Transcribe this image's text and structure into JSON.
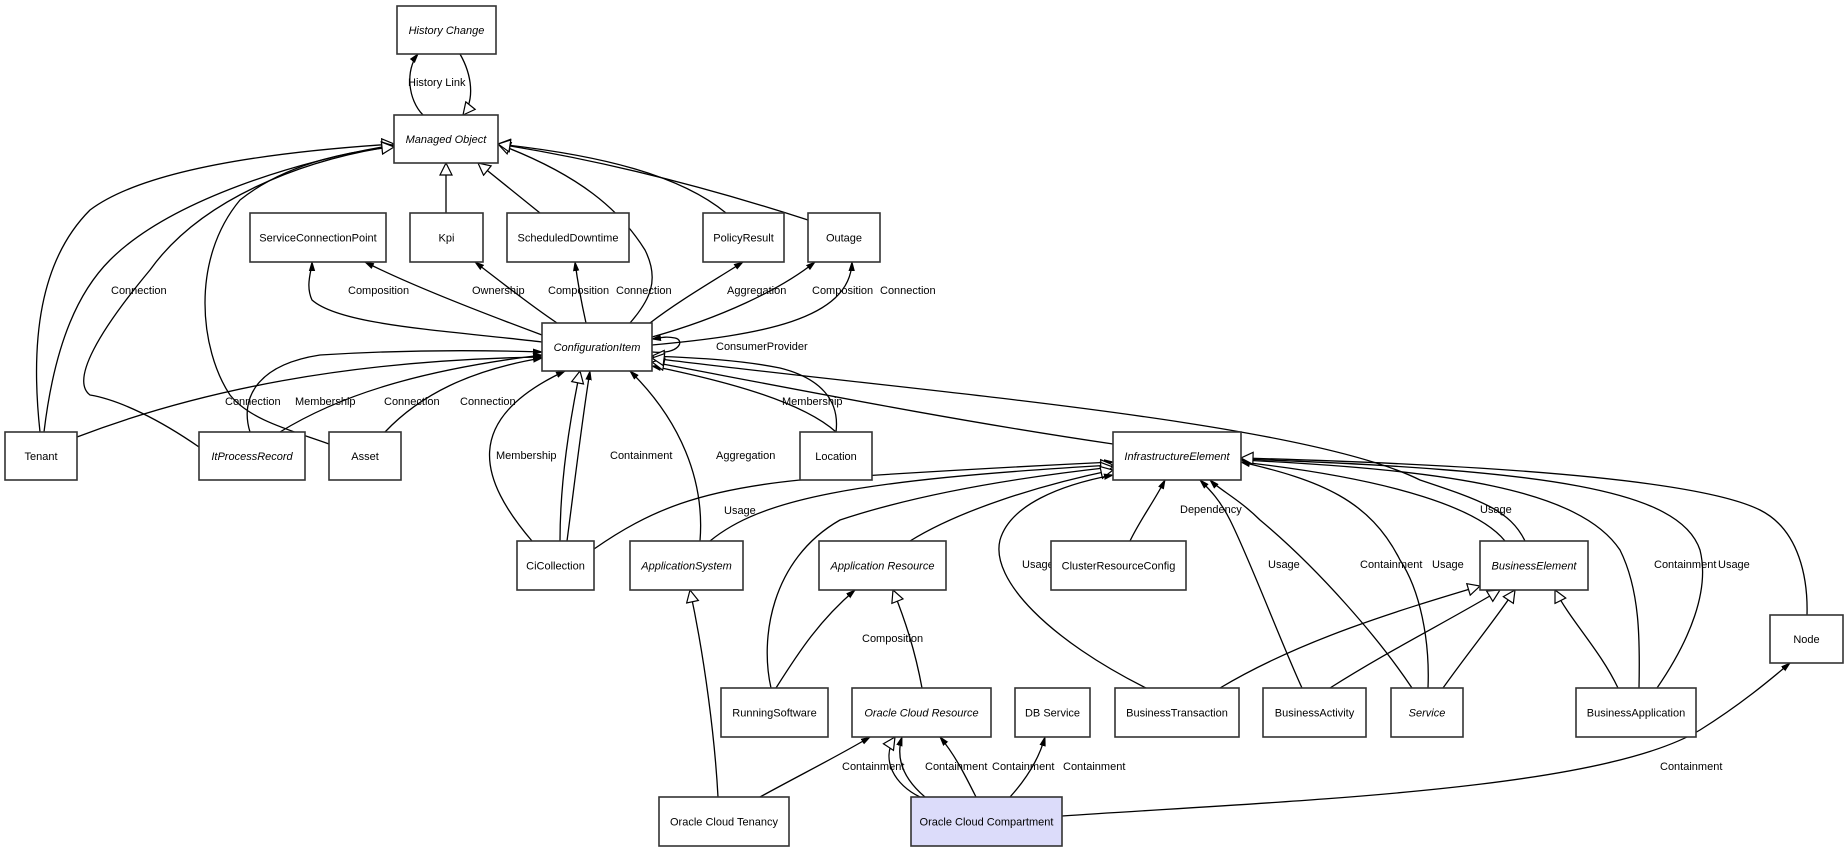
{
  "diagram": {
    "nodes": [
      {
        "id": "history_change",
        "label": "History Change",
        "abstract": true
      },
      {
        "id": "managed_object",
        "label": "Managed Object",
        "abstract": true
      },
      {
        "id": "service_connection_point",
        "label": "ServiceConnectionPoint",
        "abstract": false
      },
      {
        "id": "kpi",
        "label": "Kpi",
        "abstract": false
      },
      {
        "id": "scheduled_downtime",
        "label": "ScheduledDowntime",
        "abstract": false
      },
      {
        "id": "policy_result",
        "label": "PolicyResult",
        "abstract": false
      },
      {
        "id": "outage",
        "label": "Outage",
        "abstract": false
      },
      {
        "id": "configuration_item",
        "label": "ConfigurationItem",
        "abstract": true
      },
      {
        "id": "tenant",
        "label": "Tenant",
        "abstract": false
      },
      {
        "id": "it_process_record",
        "label": "ItProcessRecord",
        "abstract": true
      },
      {
        "id": "asset",
        "label": "Asset",
        "abstract": false
      },
      {
        "id": "location",
        "label": "Location",
        "abstract": false
      },
      {
        "id": "infrastructure_element",
        "label": "InfrastructureElement",
        "abstract": true
      },
      {
        "id": "ci_collection",
        "label": "CiCollection",
        "abstract": false
      },
      {
        "id": "application_system",
        "label": "ApplicationSystem",
        "abstract": true
      },
      {
        "id": "application_resource",
        "label": "Application Resource",
        "abstract": true
      },
      {
        "id": "cluster_resource_config",
        "label": "ClusterResourceConfig",
        "abstract": false
      },
      {
        "id": "business_element",
        "label": "BusinessElement",
        "abstract": true
      },
      {
        "id": "node",
        "label": "Node",
        "abstract": false
      },
      {
        "id": "running_software",
        "label": "RunningSoftware",
        "abstract": false
      },
      {
        "id": "oracle_cloud_resource",
        "label": "Oracle Cloud Resource",
        "abstract": true
      },
      {
        "id": "db_service",
        "label": "DB Service",
        "abstract": false
      },
      {
        "id": "business_transaction",
        "label": "BusinessTransaction",
        "abstract": false
      },
      {
        "id": "business_activity",
        "label": "BusinessActivity",
        "abstract": false
      },
      {
        "id": "service",
        "label": "Service",
        "abstract": true
      },
      {
        "id": "business_application",
        "label": "BusinessApplication",
        "abstract": false
      },
      {
        "id": "oracle_cloud_tenancy",
        "label": "Oracle Cloud Tenancy",
        "abstract": false
      },
      {
        "id": "oracle_cloud_compartment",
        "label": "Oracle Cloud Compartment",
        "abstract": false,
        "highlighted": true
      }
    ],
    "edges": [
      {
        "from": "managed_object",
        "to": "history_change",
        "kind": "association",
        "label": "History Link"
      },
      {
        "from": "history_change",
        "to": "managed_object",
        "kind": "generalization",
        "label": ""
      },
      {
        "from": "kpi",
        "to": "managed_object",
        "kind": "generalization",
        "label": ""
      },
      {
        "from": "scheduled_downtime",
        "to": "managed_object",
        "kind": "generalization",
        "label": ""
      },
      {
        "from": "configuration_item",
        "to": "managed_object",
        "kind": "generalization",
        "label": ""
      },
      {
        "from": "policy_result",
        "to": "managed_object",
        "kind": "generalization",
        "label": ""
      },
      {
        "from": "outage",
        "to": "managed_object",
        "kind": "generalization",
        "label": ""
      },
      {
        "from": "tenant",
        "to": "managed_object",
        "kind": "generalization",
        "label": ""
      },
      {
        "from": "tenant",
        "to": "managed_object",
        "kind": "association",
        "label": "Connection"
      },
      {
        "from": "it_process_record",
        "to": "managed_object",
        "kind": "generalization",
        "label": ""
      },
      {
        "from": "asset",
        "to": "managed_object",
        "kind": "generalization",
        "label": ""
      },
      {
        "from": "configuration_item",
        "to": "service_connection_point",
        "kind": "association",
        "label": "Composition"
      },
      {
        "from": "configuration_item",
        "to": "service_connection_point",
        "kind": "association",
        "label": "Ownership"
      },
      {
        "from": "configuration_item",
        "to": "kpi",
        "kind": "association",
        "label": "Composition"
      },
      {
        "from": "configuration_item",
        "to": "scheduled_downtime",
        "kind": "association",
        "label": "Connection"
      },
      {
        "from": "configuration_item",
        "to": "policy_result",
        "kind": "association",
        "label": "Aggregation"
      },
      {
        "from": "configuration_item",
        "to": "outage",
        "kind": "association",
        "label": "Composition"
      },
      {
        "from": "configuration_item",
        "to": "outage",
        "kind": "association",
        "label": "Connection"
      },
      {
        "from": "configuration_item",
        "to": "configuration_item",
        "kind": "association",
        "label": "ConsumerProvider"
      },
      {
        "from": "tenant",
        "to": "configuration_item",
        "kind": "association",
        "label": "Connection"
      },
      {
        "from": "it_process_record",
        "to": "configuration_item",
        "kind": "association",
        "label": "Membership"
      },
      {
        "from": "it_process_record",
        "to": "configuration_item",
        "kind": "association",
        "label": "Connection"
      },
      {
        "from": "asset",
        "to": "configuration_item",
        "kind": "association",
        "label": "Connection"
      },
      {
        "from": "ci_collection",
        "to": "configuration_item",
        "kind": "association",
        "label": "Membership"
      },
      {
        "from": "ci_collection",
        "to": "configuration_item",
        "kind": "generalization",
        "label": ""
      },
      {
        "from": "ci_collection",
        "to": "configuration_item",
        "kind": "association",
        "label": "Containment"
      },
      {
        "from": "application_system",
        "to": "configuration_item",
        "kind": "association",
        "label": "Aggregation"
      },
      {
        "from": "location",
        "to": "configuration_item",
        "kind": "association",
        "label": "Membership"
      },
      {
        "from": "location",
        "to": "configuration_item",
        "kind": "generalization",
        "label": ""
      },
      {
        "from": "infrastructure_element",
        "to": "configuration_item",
        "kind": "generalization",
        "label": ""
      },
      {
        "from": "business_element",
        "to": "configuration_item",
        "kind": "generalization",
        "label": ""
      },
      {
        "from": "ci_collection",
        "to": "infrastructure_element",
        "kind": "association",
        "label": "Usage"
      },
      {
        "from": "application_system",
        "to": "infrastructure_element",
        "kind": "generalization",
        "label": ""
      },
      {
        "from": "running_software",
        "to": "infrastructure_element",
        "kind": "generalization",
        "label": ""
      },
      {
        "from": "application_resource",
        "to": "infrastructure_element",
        "kind": "generalization",
        "label": ""
      },
      {
        "from": "business_transaction",
        "to": "infrastructure_element",
        "kind": "association",
        "label": "Usage"
      },
      {
        "from": "cluster_resource_config",
        "to": "infrastructure_element",
        "kind": "association",
        "label": "Dependency"
      },
      {
        "from": "business_activity",
        "to": "infrastructure_element",
        "kind": "association",
        "label": "Usage"
      },
      {
        "from": "service",
        "to": "infrastructure_element",
        "kind": "association",
        "label": "Containment"
      },
      {
        "from": "service",
        "to": "infrastructure_element",
        "kind": "association",
        "label": "Usage"
      },
      {
        "from": "business_element",
        "to": "infrastructure_element",
        "kind": "association",
        "label": "Usage"
      },
      {
        "from": "business_application",
        "to": "infrastructure_element",
        "kind": "association",
        "label": "Containment"
      },
      {
        "from": "business_application",
        "to": "infrastructure_element",
        "kind": "association",
        "label": "Usage"
      },
      {
        "from": "node",
        "to": "infrastructure_element",
        "kind": "generalization",
        "label": ""
      },
      {
        "from": "running_software",
        "to": "application_resource",
        "kind": "association",
        "label": "Composition"
      },
      {
        "from": "oracle_cloud_resource",
        "to": "application_resource",
        "kind": "generalization",
        "label": ""
      },
      {
        "from": "oracle_cloud_tenancy",
        "to": "application_system",
        "kind": "generalization",
        "label": ""
      },
      {
        "from": "business_transaction",
        "to": "business_element",
        "kind": "generalization",
        "label": ""
      },
      {
        "from": "business_activity",
        "to": "business_element",
        "kind": "generalization",
        "label": ""
      },
      {
        "from": "service",
        "to": "business_element",
        "kind": "generalization",
        "label": ""
      },
      {
        "from": "business_application",
        "to": "business_element",
        "kind": "generalization",
        "label": ""
      },
      {
        "from": "oracle_cloud_tenancy",
        "to": "oracle_cloud_resource",
        "kind": "association",
        "label": "Containment"
      },
      {
        "from": "oracle_cloud_compartment",
        "to": "oracle_cloud_resource",
        "kind": "generalization",
        "label": ""
      },
      {
        "from": "oracle_cloud_compartment",
        "to": "oracle_cloud_resource",
        "kind": "association",
        "label": "Containment"
      },
      {
        "from": "oracle_cloud_compartment",
        "to": "oracle_cloud_resource",
        "kind": "association",
        "label": "Containment"
      },
      {
        "from": "oracle_cloud_compartment",
        "to": "db_service",
        "kind": "association",
        "label": "Containment"
      },
      {
        "from": "oracle_cloud_compartment",
        "to": "node",
        "kind": "association",
        "label": "Containment"
      }
    ]
  }
}
